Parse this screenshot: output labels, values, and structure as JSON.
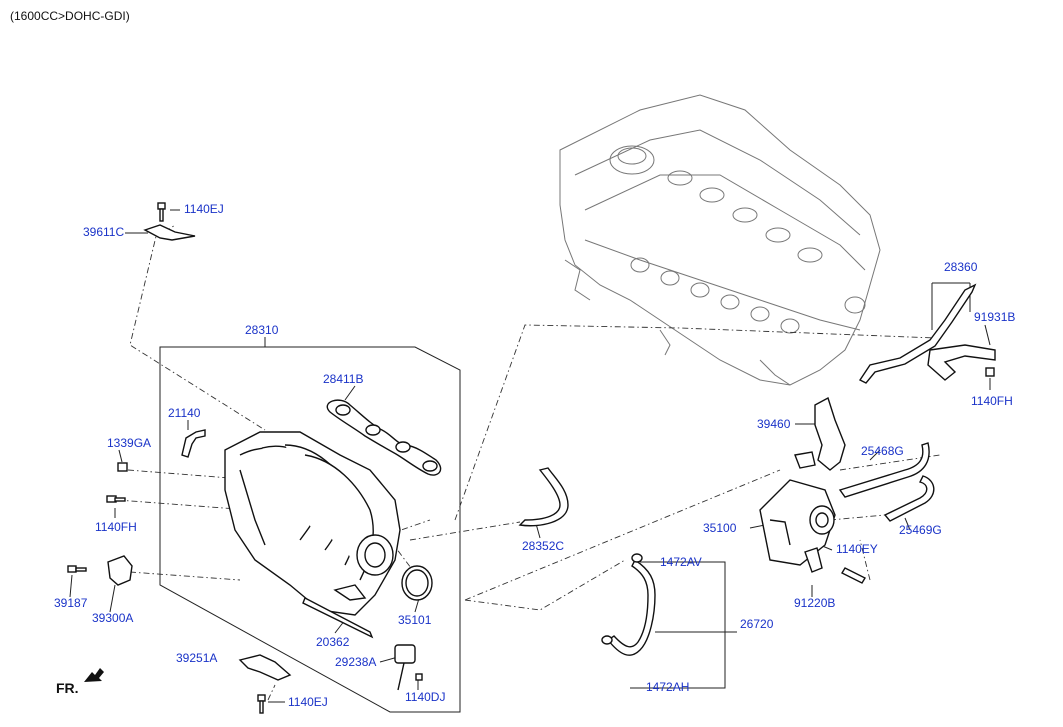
{
  "header": "(1600CC>DOHC-GDI)",
  "fr_label": "FR.",
  "labels": {
    "p1140EJ_top": "1140EJ",
    "p39611C": "39611C",
    "p28310": "28310",
    "p28411B": "28411B",
    "p21140": "21140",
    "p1339GA": "1339GA",
    "p1140FH_left": "1140FH",
    "p39187": "39187",
    "p39300A": "39300A",
    "p20362": "20362",
    "p35101": "35101",
    "p29238A": "29238A",
    "p39251A": "39251A",
    "p1140DJ": "1140DJ",
    "p1140EJ_bottom": "1140EJ",
    "p28352C": "28352C",
    "p1472AV": "1472AV",
    "p26720": "26720",
    "p1472AH": "1472AH",
    "p35100": "35100",
    "p1140EY": "1140EY",
    "p91220B": "91220B",
    "p39460": "39460",
    "p25468G": "25468G",
    "p25469G": "25469G",
    "p28360": "28360",
    "p91931B": "91931B",
    "p1140FH_right": "1140FH"
  }
}
